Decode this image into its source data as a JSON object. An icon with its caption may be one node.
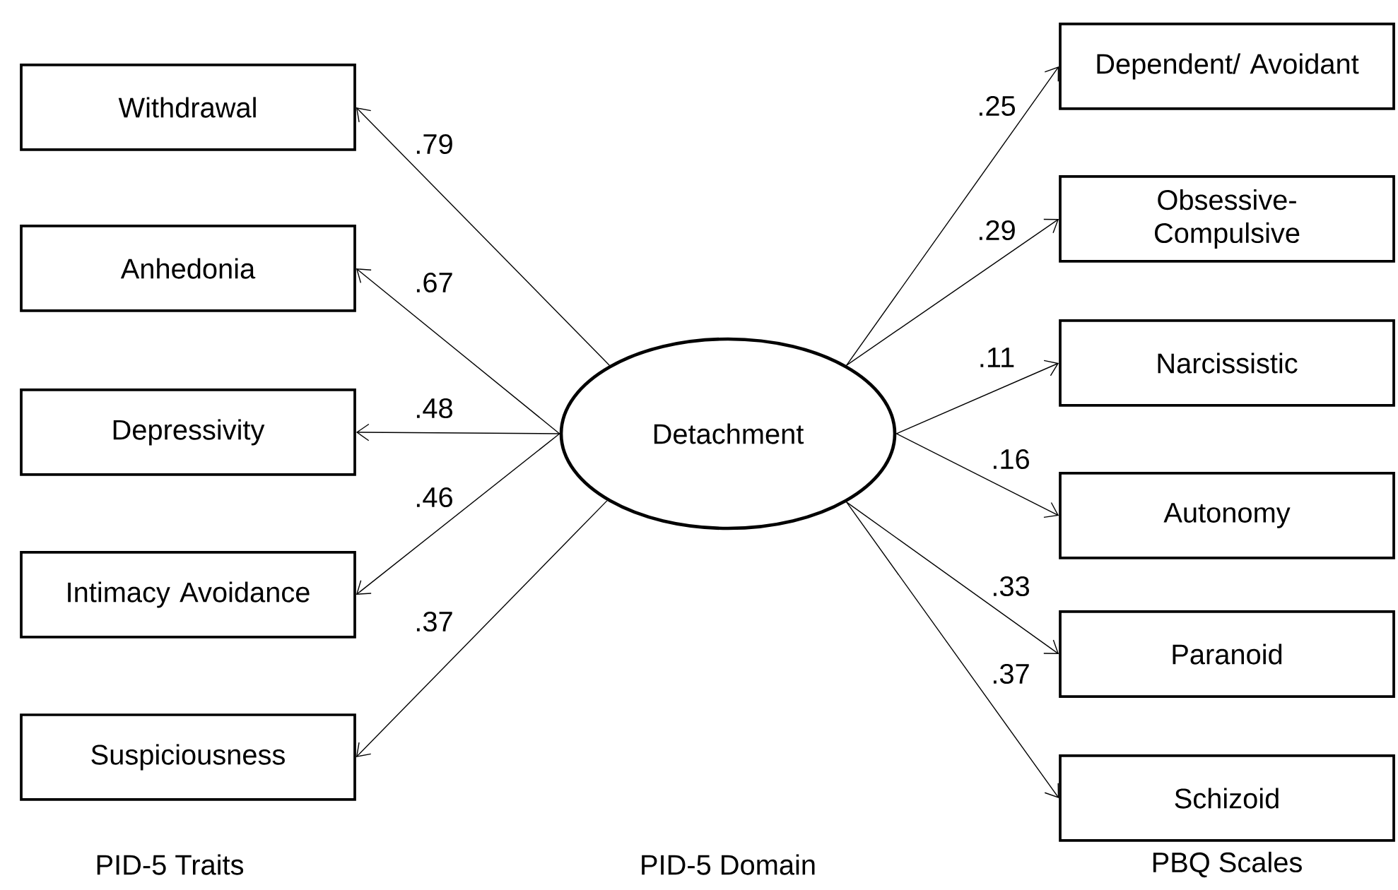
{
  "diagram": {
    "nodes": [
      {
        "text": [
          "Withdrawal"
        ]
      },
      {
        "text": [
          "Anhedonia"
        ]
      },
      {
        "text": [
          "Depressivity"
        ]
      },
      {
        "text": [
          "Intimacy Avoidance"
        ]
      },
      {
        "text": [
          "Suspiciousness"
        ]
      },
      {
        "text": [
          "Detachment"
        ]
      },
      {
        "text": [
          "Dependent/ Avoidant"
        ]
      },
      {
        "text": [
          "Obsessive-Compulsive"
        ]
      },
      {
        "text": [
          "Narcissistic"
        ]
      },
      {
        "text": [
          "Autonomy"
        ]
      },
      {
        "text": [
          "Paranoid"
        ]
      },
      {
        "text": [
          "Schizoid"
        ]
      }
    ],
    "edges": [
      {
        "from": 5,
        "to": 0,
        "arrow": "to",
        "label": ".79"
      },
      {
        "from": 5,
        "to": 1,
        "arrow": "to",
        "label": ".67"
      },
      {
        "from": 5,
        "to": 2,
        "arrow": "to",
        "label": ".48"
      },
      {
        "from": 5,
        "to": 3,
        "arrow": "to",
        "label": ".46"
      },
      {
        "from": 5,
        "to": 4,
        "arrow": "to",
        "label": ".37"
      },
      {
        "from": 5,
        "to": 6,
        "arrow": "to",
        "label": ".25"
      },
      {
        "from": 5,
        "to": 7,
        "arrow": "to",
        "label": ".29"
      },
      {
        "from": 5,
        "to": 8,
        "arrow": "to",
        "label": ".11"
      },
      {
        "from": 5,
        "to": 9,
        "arrow": "to",
        "label": ".16"
      },
      {
        "from": 5,
        "to": 10,
        "arrow": "to",
        "label": ".33"
      },
      {
        "from": 5,
        "to": 11,
        "arrow": "to",
        "label": ".37"
      }
    ],
    "labels": [
      "PID-5 Traits",
      "PID-5 Domain",
      "PBQ Scales"
    ]
  }
}
